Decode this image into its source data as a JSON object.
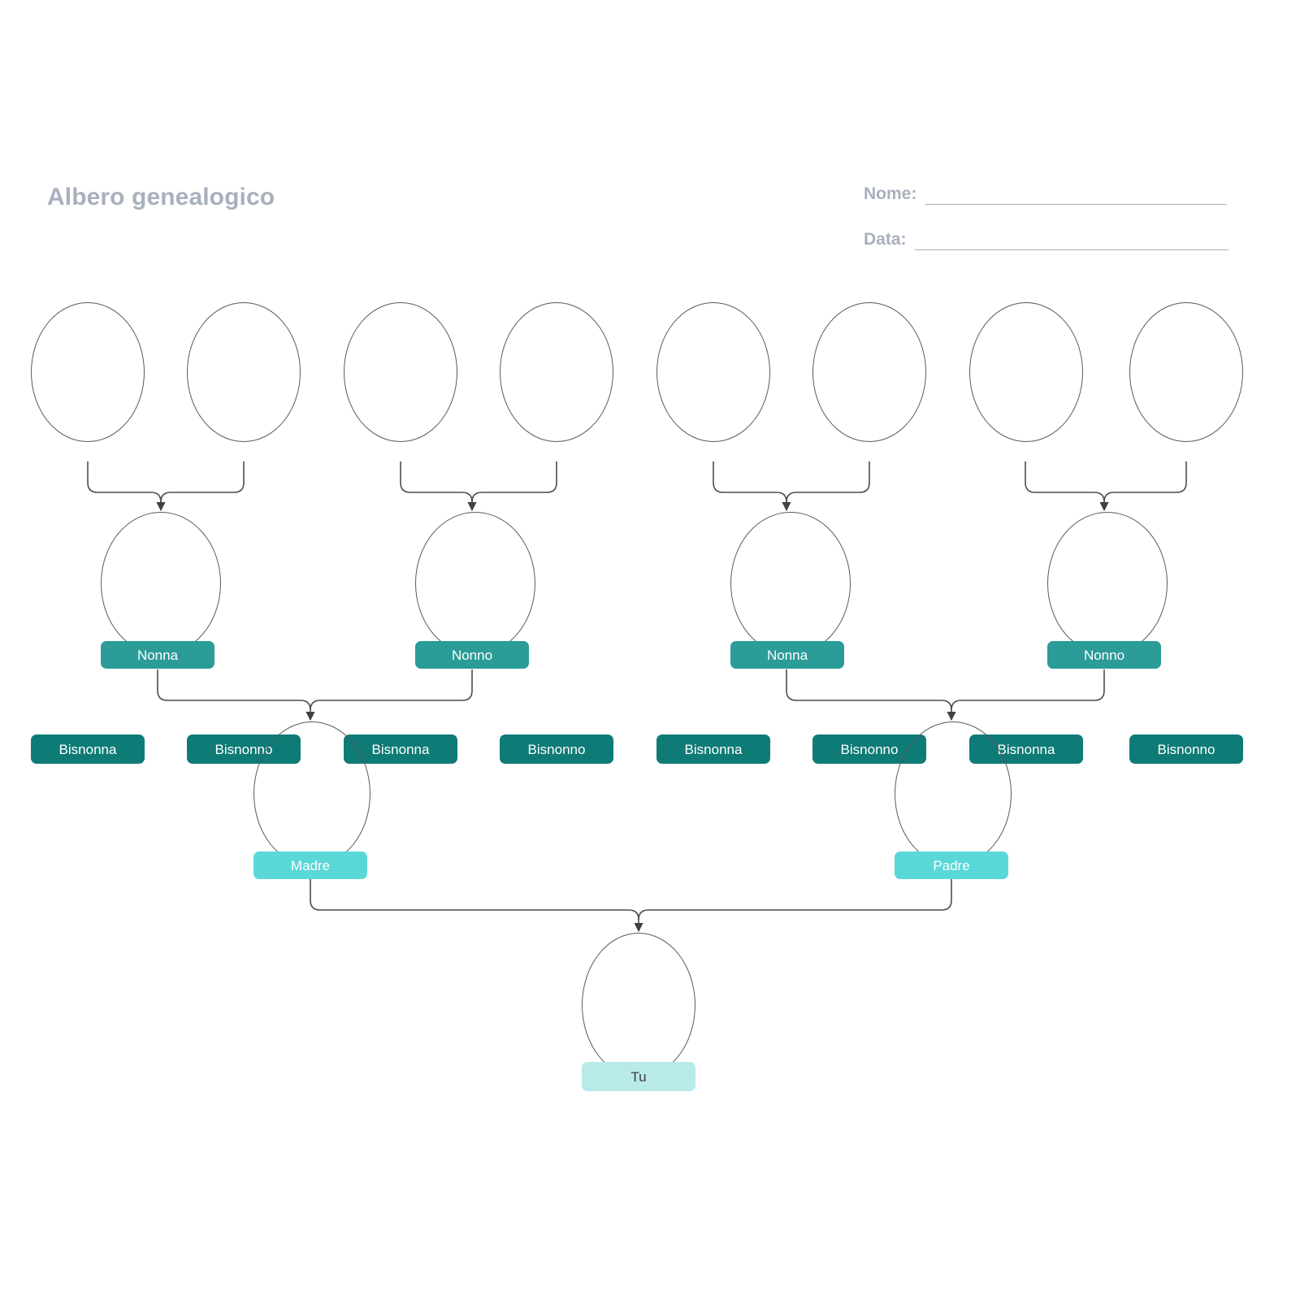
{
  "header": {
    "title": "Albero genealogico",
    "fields": [
      {
        "label": "Nome:",
        "value": ""
      },
      {
        "label": "Data:",
        "value": ""
      }
    ]
  },
  "palette": {
    "title_color": "#a8b0bd",
    "great_grandparent": "#0f7b77",
    "grandparent": "#2b9c98",
    "parent": "#5ad8d8",
    "self": "#b8eaea",
    "outline": "#57595c",
    "connector": "#4a4c4f",
    "background": "#ffffff"
  },
  "tree": {
    "generations": [
      {
        "name": "great-grandparents",
        "level": 1,
        "people": [
          {
            "label": "Bisnonna"
          },
          {
            "label": "Bisnonno"
          },
          {
            "label": "Bisnonna"
          },
          {
            "label": "Bisnonno"
          },
          {
            "label": "Bisnonna"
          },
          {
            "label": "Bisnonno"
          },
          {
            "label": "Bisnonna"
          },
          {
            "label": "Bisnonno"
          }
        ]
      },
      {
        "name": "grandparents",
        "level": 2,
        "people": [
          {
            "label": "Nonna"
          },
          {
            "label": "Nonno"
          },
          {
            "label": "Nonna"
          },
          {
            "label": "Nonno"
          }
        ]
      },
      {
        "name": "parents",
        "level": 3,
        "people": [
          {
            "label": "Madre"
          },
          {
            "label": "Padre"
          }
        ]
      },
      {
        "name": "self",
        "level": 4,
        "people": [
          {
            "label": "Tu"
          }
        ]
      }
    ]
  }
}
